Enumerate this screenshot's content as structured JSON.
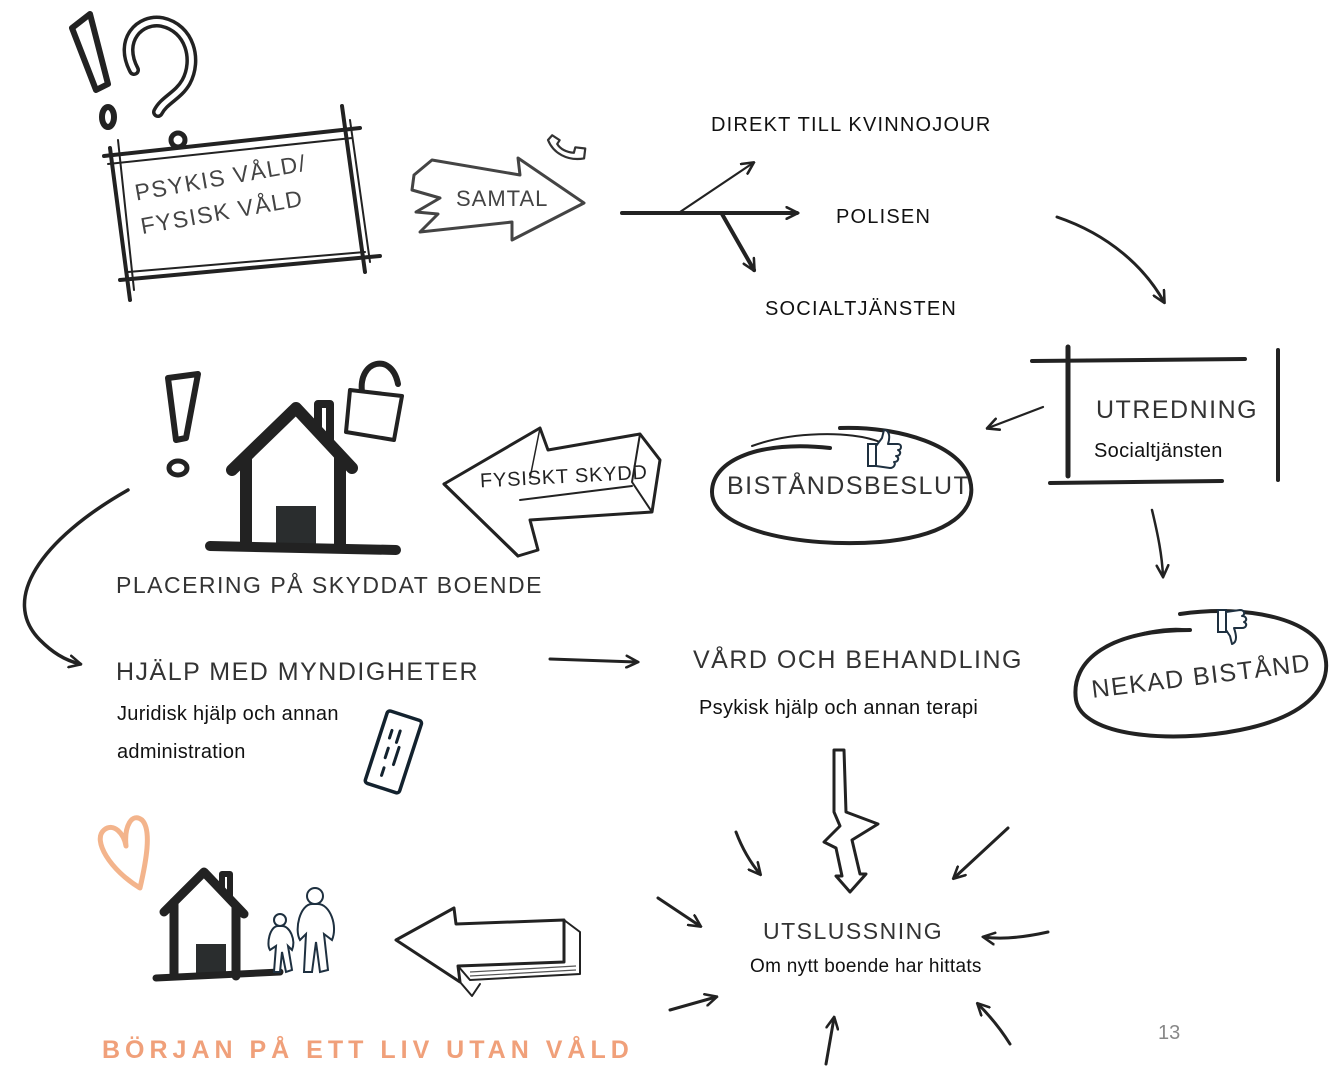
{
  "nodes": {
    "violence": {
      "line1": "PSYKIS VÅLD/",
      "line2": "FYSISK VÅLD"
    },
    "call": {
      "label": "SAMTAL"
    },
    "to_shelter": {
      "label": "DIREKT TILL KVINNOJOUR"
    },
    "police": {
      "label": "POLISEN"
    },
    "social": {
      "label": "SOCIALTJÄNSTEN"
    },
    "investigation": {
      "title": "UTREDNING",
      "subtitle": "Socialtjänsten"
    },
    "decision": {
      "label": "BISTÅNDSBESLUT"
    },
    "protection": {
      "label": "FYSISKT SKYDD"
    },
    "placement": {
      "label": "PLACERING PÅ SKYDDAT BOENDE"
    },
    "denied": {
      "label": "NEKAD BISTÅND"
    },
    "authorities": {
      "title": "HJÄLP MED MYNDIGHETER",
      "line1": "Juridisk hjälp och annan",
      "line2": "administration"
    },
    "care": {
      "title": "VÅRD OCH BEHANDLING",
      "subtitle": "Psykisk hjälp och annan terapi"
    },
    "exit": {
      "title": "UTSLUSSNING",
      "subtitle": "Om nytt boende har hittats"
    },
    "new_life": {
      "label": "BÖRJAN PÅ ETT LIV UTAN VÅLD"
    }
  },
  "page_number": "13",
  "colors": {
    "ink": "#222222",
    "accent": "#f0a07a",
    "page_number": "#888888"
  },
  "icons": [
    "exclamation-icon",
    "question-icon",
    "phone-icon",
    "lock-icon",
    "house-icon",
    "thumbs-up-icon",
    "thumbs-down-icon",
    "document-icon",
    "heart-icon",
    "family-icon",
    "lightning-arrow-icon"
  ]
}
